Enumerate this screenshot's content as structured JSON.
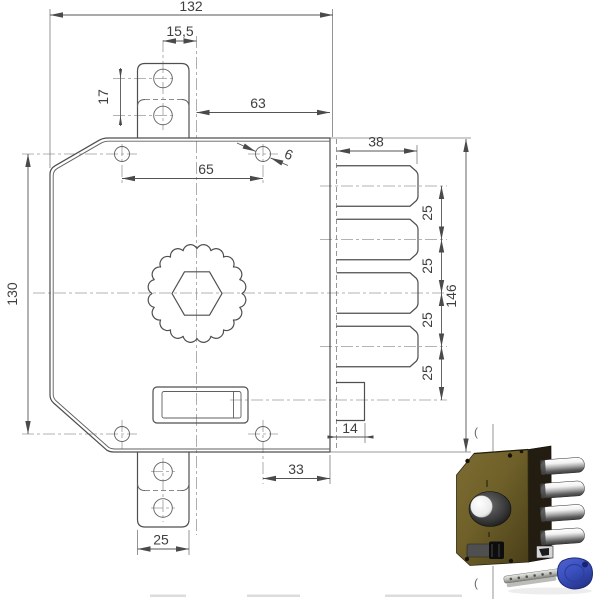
{
  "drawing": {
    "dims": {
      "overall_width": "132",
      "tab_hole_offset": "15,5",
      "tab_hole_pitch": "17",
      "right_span": "63",
      "top_hole_span": "65",
      "hole_diameter": "6",
      "bolt_length": "38",
      "bolt_pitch_1": "25",
      "bolt_pitch_2": "25",
      "bolt_pitch_3": "25",
      "bolt_pitch_4": "25",
      "faceplate_height": "146",
      "body_height": "130",
      "aux_bolt_width": "14",
      "bottom_hole_offset": "33",
      "tab_width": "25"
    },
    "break_mark": "(",
    "colors": {
      "line": "#4f4f4f",
      "centerline": "#9a9a9a",
      "text": "#3f3f3f"
    }
  },
  "photo": {
    "colors": {
      "side_panel": "#221c11",
      "slider": "#4f4f4f",
      "slider_knob": "#0d0d0d",
      "latch": "#d6d6d6",
      "key_head": "#3b51bf"
    }
  }
}
